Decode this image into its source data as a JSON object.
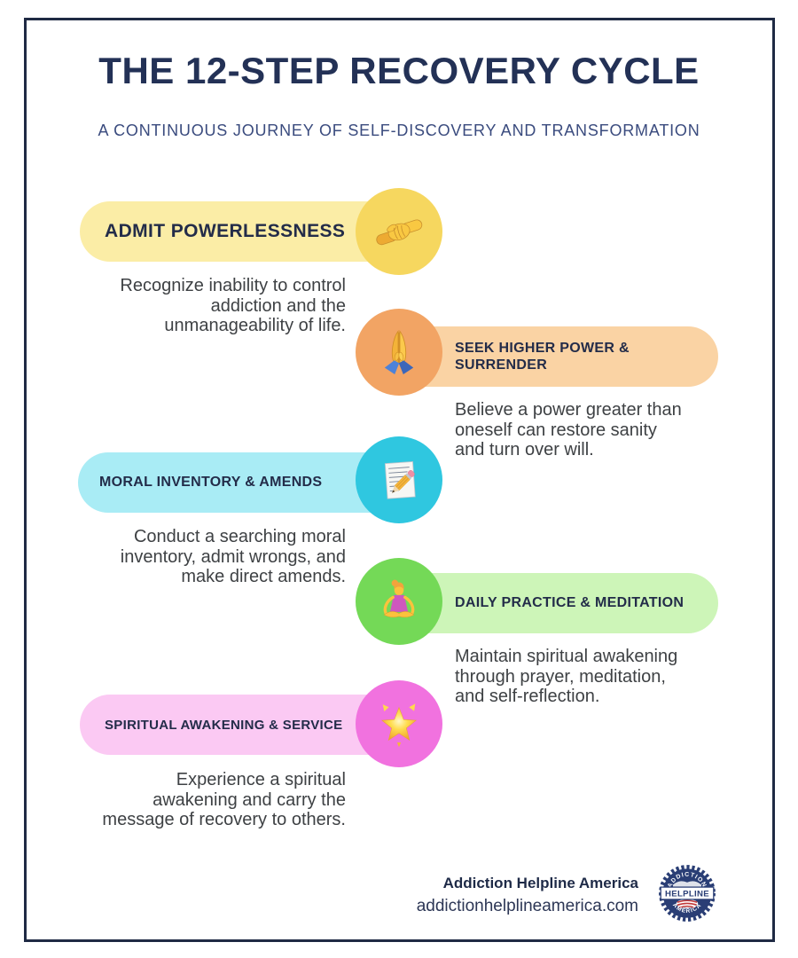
{
  "header": {
    "title": "THE 12-STEP RECOVERY CYCLE",
    "subtitle": "A CONTINUOUS JOURNEY OF SELF-DISCOVERY AND TRANSFORMATION"
  },
  "steps": [
    {
      "title": "ADMIT POWERLESSNESS",
      "description": [
        "Recognize inability to control",
        "addiction and the",
        "unmanageability of life."
      ],
      "icon": "handshake-icon",
      "side": "left",
      "pill_color": "#FBEDA6",
      "circle_color": "#F6D75F"
    },
    {
      "title": [
        "SEEK HIGHER POWER &",
        "SURRENDER"
      ],
      "description": [
        "Believe a power greater than",
        "oneself can restore sanity",
        "and turn over will."
      ],
      "icon": "praying-hands-icon",
      "side": "right",
      "pill_color": "#FAD3A4",
      "circle_color": "#F2A464"
    },
    {
      "title": "MORAL INVENTORY & AMENDS",
      "description": [
        "Conduct a searching moral",
        "inventory, admit wrongs, and",
        "make direct amends."
      ],
      "icon": "memo-pencil-icon",
      "side": "left",
      "pill_color": "#A9ECF5",
      "circle_color": "#2FC7E0"
    },
    {
      "title": "DAILY PRACTICE & MEDITATION",
      "description": [
        "Maintain spiritual awakening",
        "through prayer, meditation,",
        "and self-reflection."
      ],
      "icon": "woman-meditating-icon",
      "side": "right",
      "pill_color": "#CDF5B8",
      "circle_color": "#74D957"
    },
    {
      "title": "SPIRITUAL AWAKENING & SERVICE",
      "description": [
        "Experience a spiritual",
        "awakening and carry the",
        "message of recovery to others."
      ],
      "icon": "glowing-star-icon",
      "side": "left",
      "pill_color": "#FBC9F3",
      "circle_color": "#F172DF"
    }
  ],
  "footer": {
    "brand": "Addiction Helpline America",
    "website": "addictionhelplineamerica.com",
    "badge": {
      "top_text": "ADDICTION",
      "middle_text": "HELPLINE",
      "bottom_text": "AMERICA"
    }
  }
}
